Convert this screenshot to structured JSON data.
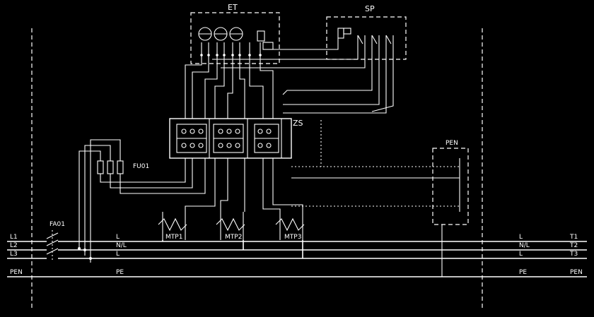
{
  "devices": {
    "et": "ET",
    "sp": "SP",
    "zs": "ZS",
    "pen_box": "PEN",
    "fu": "FU01",
    "fa": "FA01",
    "mtp1": "MTP1",
    "mtp2": "MTP2",
    "mtp3": "MTP3"
  },
  "left_labels": [
    "L1",
    "L2",
    "L3",
    "PEN"
  ],
  "right_labels": [
    "T1",
    "T2",
    "T3",
    "PEN"
  ],
  "bus_marks": {
    "l1_left": "L",
    "l2_left": "N/L",
    "l3_left": "L",
    "pen_left": "PE",
    "l1_right": "L",
    "l2_right": "N/L",
    "l3_right": "L",
    "pen_right": "PE"
  },
  "colors": {
    "background": "#000000",
    "line": "#ffffff"
  }
}
